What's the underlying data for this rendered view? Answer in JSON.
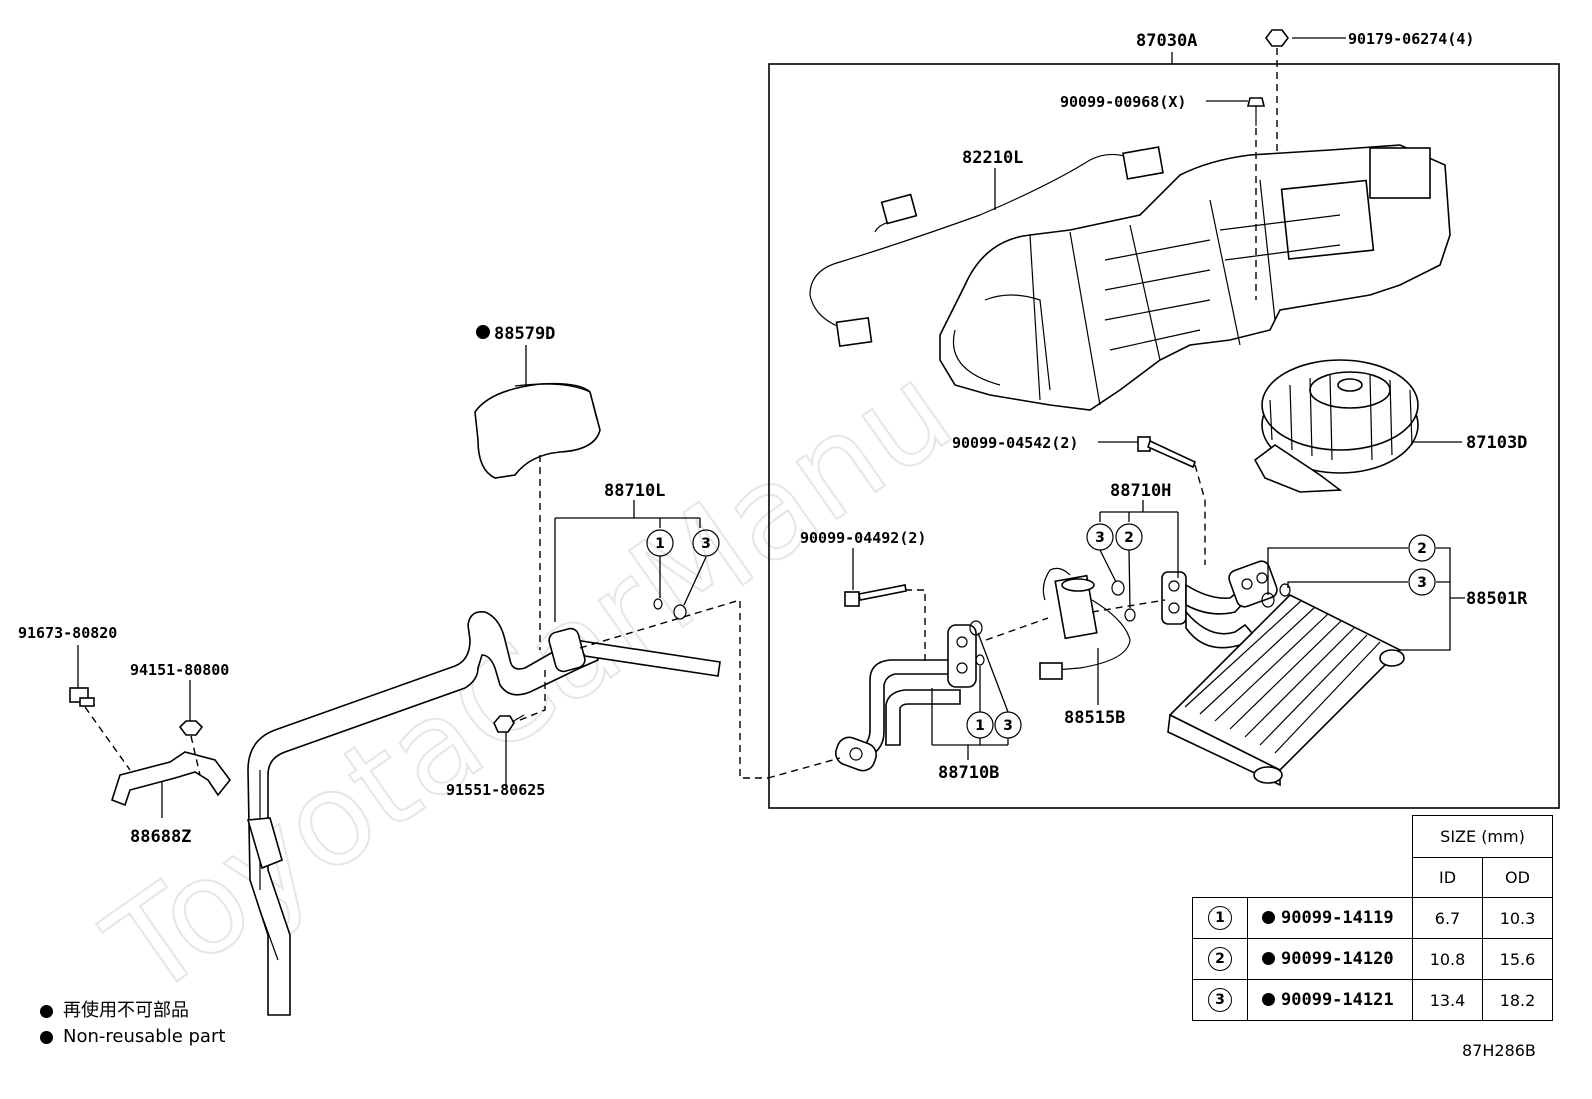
{
  "watermark": "ToyotaCarManu",
  "labels": {
    "assembly": "87030A",
    "clip": "90179-06274(4)",
    "screw_x": "90099-00968(X)",
    "wire": "82210L",
    "seal": "88579D",
    "blower": "87103D",
    "bolt2": "90099-04542(2)",
    "tube_l": "88710L",
    "tube_h": "88710H",
    "bolt_0449": "90099-04492(2)",
    "evaporator": "88501R",
    "exp_valve": "88515B",
    "tube_b": "88710B",
    "bolt_left": "91673-80820",
    "nut": "94151-80800",
    "bracket": "88688Z",
    "bolt_mid": "91551-80625"
  },
  "circles": {
    "c1": "1",
    "c2": "2",
    "c3": "3"
  },
  "legend": {
    "jp": "再使用不可部品",
    "en": "Non-reusable part"
  },
  "size_table": {
    "header": "SIZE (mm)",
    "col_id": "ID",
    "col_od": "OD",
    "rows": [
      {
        "num": "1",
        "part": "90099-14119",
        "id": "6.7",
        "od": "10.3"
      },
      {
        "num": "2",
        "part": "90099-14120",
        "id": "10.8",
        "od": "15.6"
      },
      {
        "num": "3",
        "part": "90099-14121",
        "id": "13.4",
        "od": "18.2"
      }
    ]
  },
  "figure_code": "87H286B"
}
